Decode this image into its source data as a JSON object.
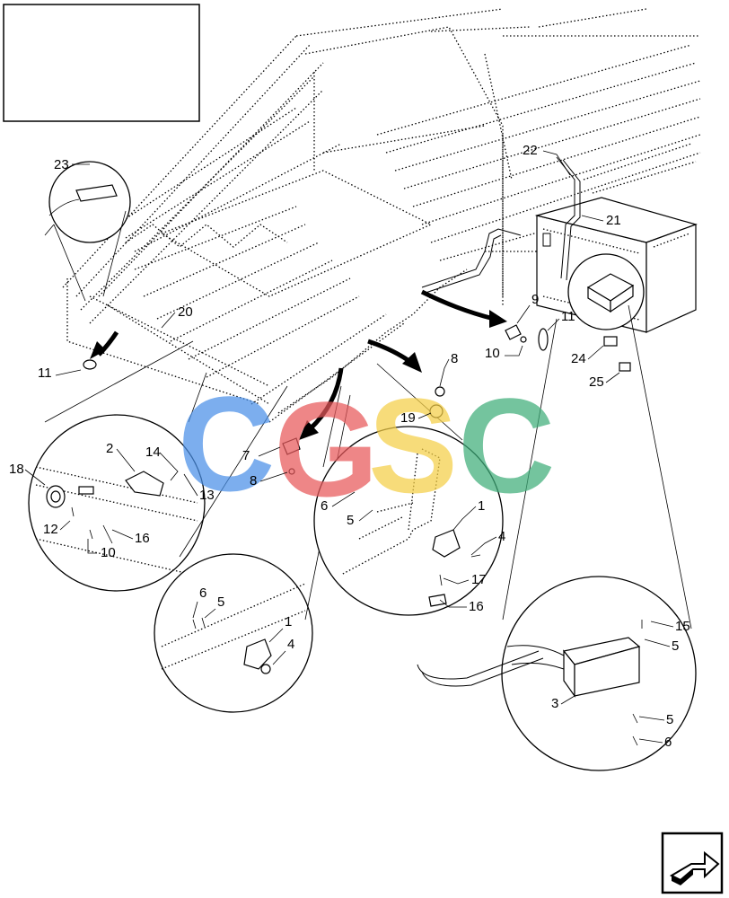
{
  "title_box": {
    "text": ""
  },
  "watermark": {
    "letters": [
      "C",
      "G",
      "S",
      "C"
    ],
    "colors": [
      "#4a90e8",
      "#e8585a",
      "#f5cf47",
      "#3fae7a"
    ]
  },
  "callouts": [
    "23",
    "20",
    "11",
    "2",
    "14",
    "18",
    "13",
    "12",
    "16",
    "10",
    "7",
    "8",
    "6",
    "5",
    "1",
    "4",
    "17",
    "16",
    "8",
    "19",
    "22",
    "21",
    "9",
    "11",
    "10",
    "24",
    "25",
    "15",
    "5",
    "3",
    "5",
    "6",
    "6",
    "5",
    "1",
    "4"
  ],
  "nav_button": {
    "icon": "next-page-arrow-icon"
  }
}
